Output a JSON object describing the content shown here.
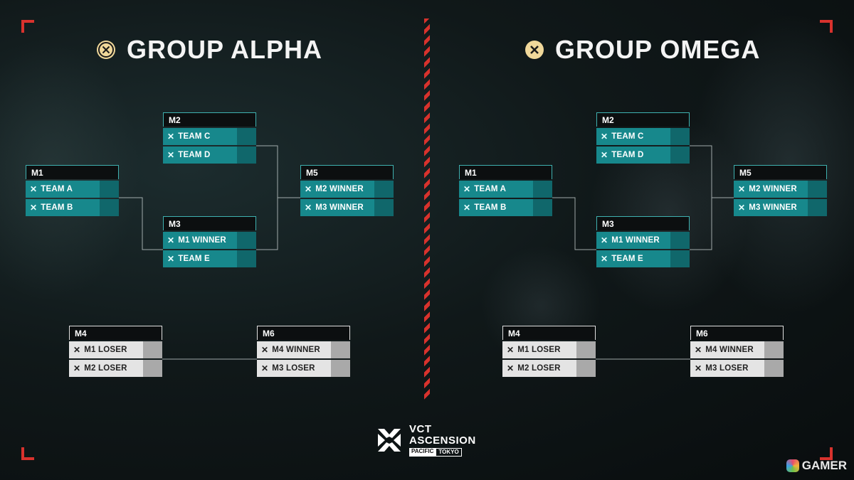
{
  "groups": [
    {
      "title": "GROUP ALPHA",
      "icon": "x-circle-icon",
      "matches": {
        "M1": {
          "label": "M1",
          "teams": [
            "TEAM A",
            "TEAM B"
          ]
        },
        "M2": {
          "label": "M2",
          "teams": [
            "TEAM C",
            "TEAM D"
          ]
        },
        "M3": {
          "label": "M3",
          "teams": [
            "M1 WINNER",
            "TEAM E"
          ]
        },
        "M4": {
          "label": "M4",
          "teams": [
            "M1 LOSER",
            "M2 LOSER"
          ]
        },
        "M5": {
          "label": "M5",
          "teams": [
            "M2 WINNER",
            "M3 WINNER"
          ]
        },
        "M6": {
          "label": "M6",
          "teams": [
            "M4 WINNER",
            "M3 LOSER"
          ]
        }
      }
    },
    {
      "title": "GROUP OMEGA",
      "icon": "x-circle-filled-icon",
      "matches": {
        "M1": {
          "label": "M1",
          "teams": [
            "TEAM A",
            "TEAM B"
          ]
        },
        "M2": {
          "label": "M2",
          "teams": [
            "TEAM C",
            "TEAM D"
          ]
        },
        "M3": {
          "label": "M3",
          "teams": [
            "M1 WINNER",
            "TEAM E"
          ]
        },
        "M4": {
          "label": "M4",
          "teams": [
            "M1 LOSER",
            "M2 LOSER"
          ]
        },
        "M5": {
          "label": "M5",
          "teams": [
            "M2 WINNER",
            "M3 WINNER"
          ]
        },
        "M6": {
          "label": "M6",
          "teams": [
            "M4 WINNER",
            "M3 LOSER"
          ]
        }
      }
    }
  ],
  "logo": {
    "line1": "VCT",
    "line2": "ASCENSION",
    "sub1": "PACIFIC",
    "sub2": "TOKYO"
  },
  "watermark": "GAMER",
  "colors": {
    "accent": "#d8322d",
    "teal": "#17888c",
    "teal_dark": "#10676b",
    "gray_row": "#e4e4e4",
    "gold": "#f0d89a"
  }
}
